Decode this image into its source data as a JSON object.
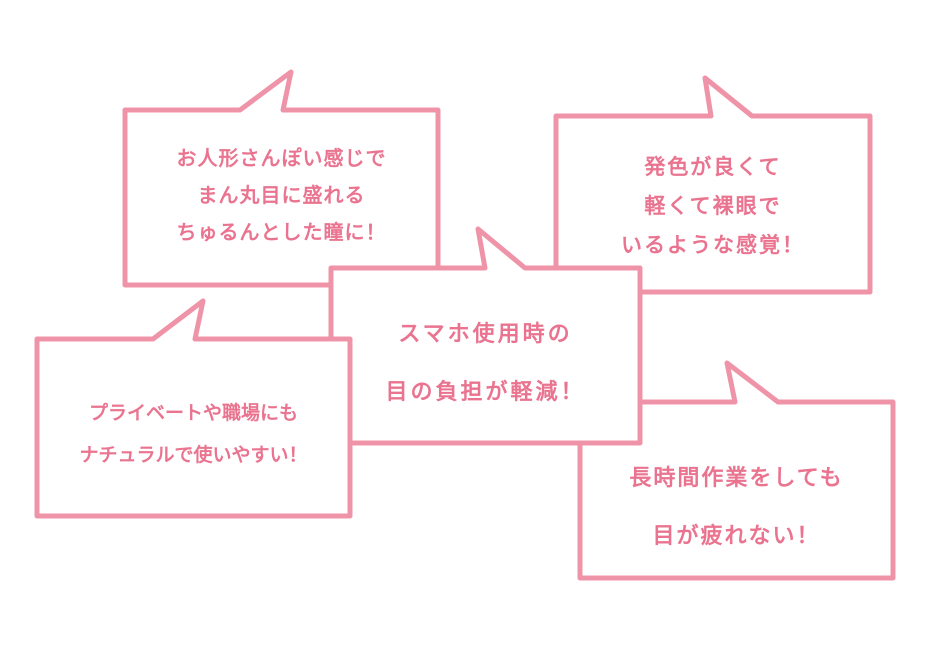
{
  "colors": {
    "stroke": "#ef94a8",
    "text": "#ea7490"
  },
  "bubbles": [
    {
      "lines": [
        "お人形さんぽい感じで",
        "まん丸目に盛れる",
        "ちゅるんとした瞳に！"
      ]
    },
    {
      "lines": [
        "発色が良くて",
        "軽くて裸眼で",
        "いるような感覚！"
      ]
    },
    {
      "lines": [
        "スマホ使用時の",
        "目の負担が軽減！"
      ]
    },
    {
      "lines": [
        "プライベートや職場にも",
        "ナチュラルで使いやすい！"
      ]
    },
    {
      "lines": [
        "長時間作業をしても",
        "目が疲れない！"
      ]
    }
  ]
}
